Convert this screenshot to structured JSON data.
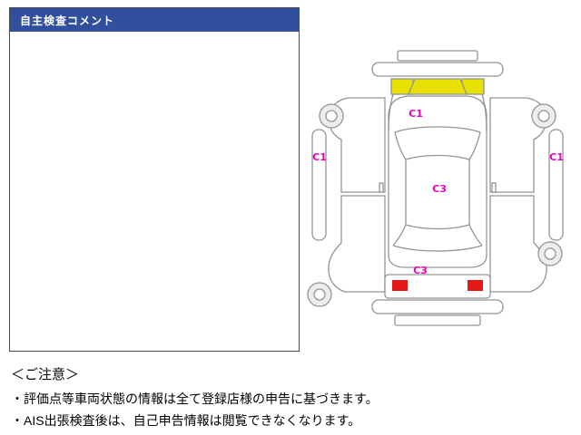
{
  "comment_panel": {
    "title": "自主検査コメント",
    "body_text": ""
  },
  "diagram": {
    "markers": [
      {
        "area": "front",
        "label": "C1"
      },
      {
        "area": "left-side",
        "label": "C1"
      },
      {
        "area": "right-side",
        "label": "C1"
      },
      {
        "area": "roof",
        "label": "C3"
      },
      {
        "area": "rear",
        "label": "C3"
      }
    ],
    "colors": {
      "marker": "#ee00bb",
      "highlight": "#e8e100",
      "lamp": "#e61717",
      "outline": "#949494"
    }
  },
  "notice": {
    "title": "＜ご注意＞",
    "items": [
      "・評価点等車両状態の情報は全て登録店様の申告に基づきます。",
      "・AIS出張検査後は、自己申告情報は閲覧できなくなります。"
    ]
  }
}
